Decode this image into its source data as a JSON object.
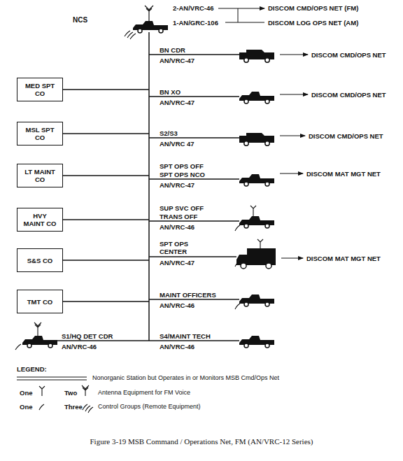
{
  "diagram": {
    "caption": "Figure 3-19 MSB Command / Operations Net, FM (AN/VRC-12 Series)",
    "nodes": [
      {
        "text": [
          "MED SPT CO"
        ]
      },
      {
        "text": [
          "MSL SPT CO"
        ]
      },
      {
        "text": [
          "LT MAINT CO"
        ]
      },
      {
        "text": [
          "HVY MAINT CO"
        ]
      },
      {
        "text": [
          "S&S CO"
        ]
      },
      {
        "text": [
          "TMT CO"
        ]
      }
    ],
    "labels": [
      "NCS",
      "2-AN/VRC-46",
      "1-AN/GRC-106",
      "DISCOM CMD/OPS NET (FM)",
      "DISCOM LOG OPS NET (AM)",
      "BN CDR",
      "AN/VRC-47",
      "DISCOM CMD/OPS NET",
      "BN XO",
      "AN/VRC-47",
      "DISCOM CMD/OPS NET",
      "S2/S3",
      "AN/VRC 47",
      "DISCOM CMD/OPS NET",
      "SPT OPS OFF",
      "SPT OPS NCO",
      "AN/VRC-47",
      "DISCOM MAT MGT NET",
      "SUP SVC OFF",
      "TRANS OFF",
      "AN/VRC-46",
      "SPT OPS CENTER",
      "AN/VRC-47",
      "DISCOM MAT MGT NET",
      "MAINT OFFICERS",
      "AN/VRC-46",
      "S1/HQ DET CDR",
      "AN/VRC-46",
      "S4/MAINT TECH",
      "AN/VRC-46",
      "LEGEND:",
      "One",
      "Two",
      "One",
      "Three"
    ],
    "legend": [
      {
        "text": "Nonorganic Station but Operates in or Monitors MSB Cmd/Ops Net"
      },
      {
        "text": "Antenna Equipment for FM Voice"
      },
      {
        "text": "Control Groups (Remote Equipment)"
      }
    ]
  }
}
